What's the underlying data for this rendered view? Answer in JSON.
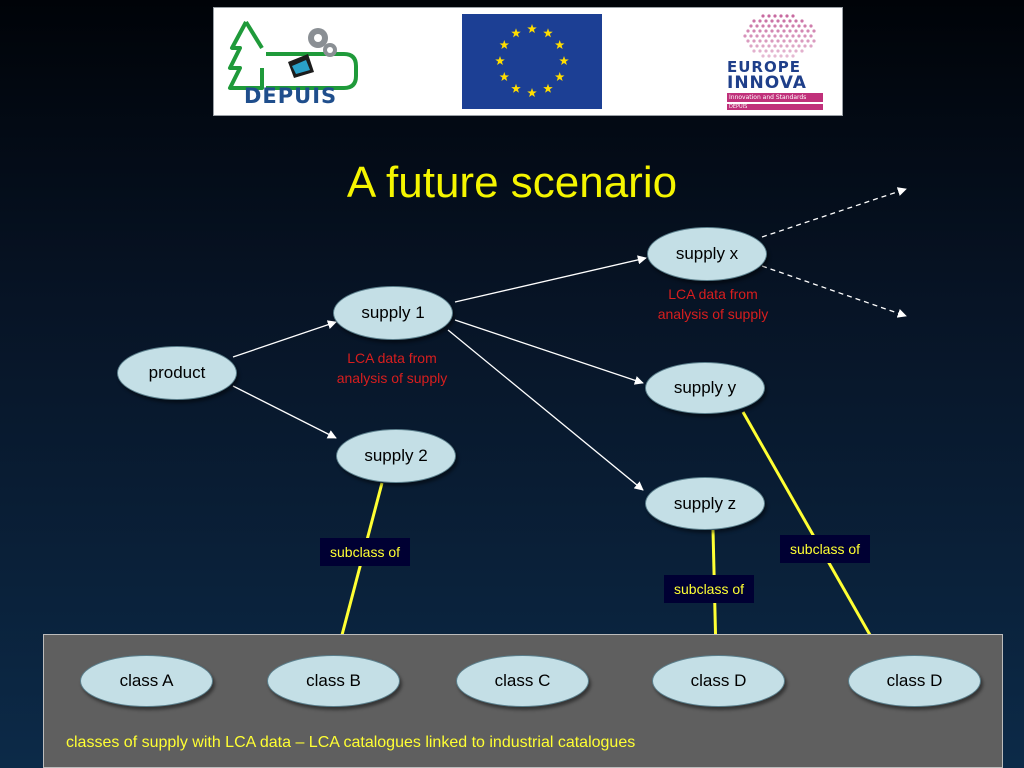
{
  "logos": {
    "left_logo_text": "DEPUIS",
    "right_logo_text_line1": "EUROPE",
    "right_logo_text_line2": "INNOVA",
    "right_logo_tagline": "Innovation and Standards",
    "right_logo_subtext": "DEPUIS"
  },
  "title": "A future scenario",
  "nodes": {
    "product": "product",
    "supply_1": "supply 1",
    "supply_2": "supply 2",
    "supply_x": "supply x",
    "supply_y": "supply y",
    "supply_z": "supply z",
    "class_a": "class A",
    "class_b": "class B",
    "class_c": "class C",
    "class_d_1": "class D",
    "class_d_2": "class D"
  },
  "notes": {
    "lca_supply_1_line1": "LCA data from",
    "lca_supply_1_line2": "analysis of supply",
    "lca_supply_x_line1": "LCA data from",
    "lca_supply_x_line2": "analysis of supply"
  },
  "subclass_labels": {
    "supply_2": "subclass of",
    "supply_z": "subclass of",
    "supply_y": "subclass of"
  },
  "caption": "classes of supply with LCA data – LCA catalogues linked to industrial catalogues",
  "colors": {
    "title": "#f5f500",
    "node_fill": "#c4dfe6",
    "note_red": "#d81e1e",
    "subclass_link": "#ffff33",
    "label_bg": "#000033",
    "panel": "#5f5f5f"
  }
}
